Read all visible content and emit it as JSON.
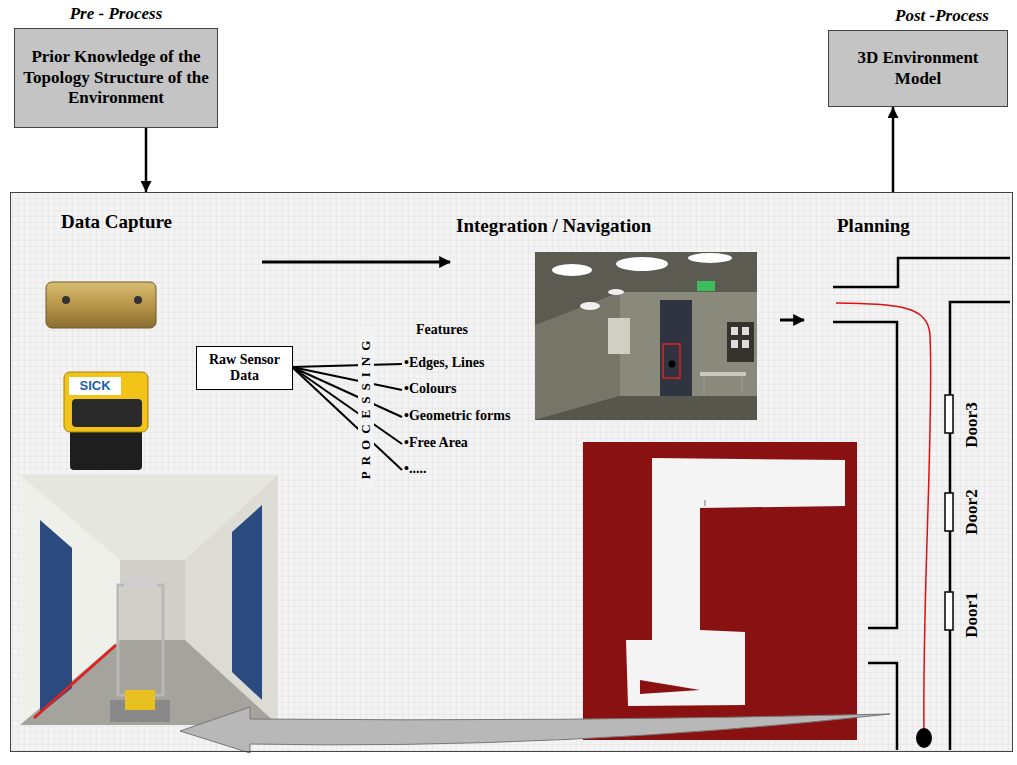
{
  "diagram": {
    "nodes": [
      {
        "text": [
          "Pre - Process",
          "Prior Knowledge of the Topology Structure of the Environment"
        ]
      },
      {
        "text": [
          "Post -Process",
          "3D Environment Model"
        ]
      },
      {
        "text": [
          "Data Capture",
          "Integration / Navigation",
          "Planning"
        ]
      },
      {
        "text": [
          "Raw Sensor Data"
        ],
        "in": 2
      }
    ],
    "edges": [
      {
        "from": 0,
        "to": 2,
        "arrow": "to"
      },
      {
        "from": 2,
        "to": 1,
        "arrow": "to"
      }
    ],
    "labels": [
      "SICK",
      "PROCESSING",
      "Features",
      "•Edges, Lines",
      "•Colours",
      "•Geometric forms",
      "•Free Area",
      "•.....",
      "Door3",
      "Door2",
      "Door1"
    ]
  }
}
